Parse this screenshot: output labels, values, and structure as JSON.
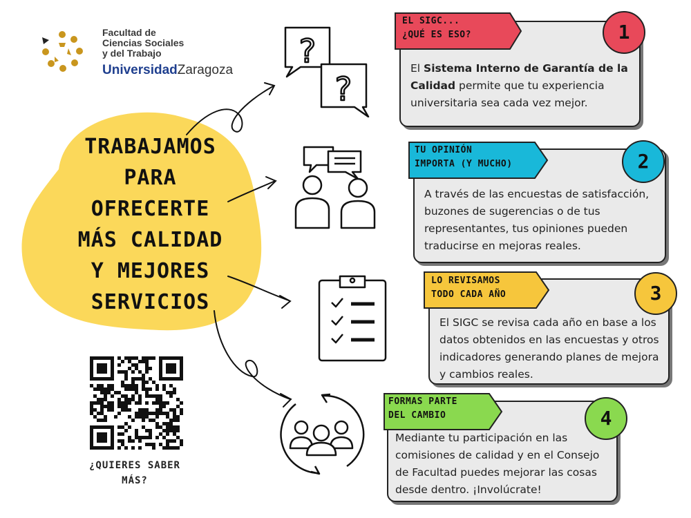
{
  "logo": {
    "line1": "Facultad de",
    "line2": "Ciencias Sociales",
    "line3": "y del Trabajo",
    "univ_bold": "Universidad",
    "univ_rest": "Zaragoza"
  },
  "headline": [
    "TRABAJAMOS",
    "PARA",
    "OFRECERTE",
    "MÁS CALIDAD",
    "Y MEJORES",
    "SERVICIOS"
  ],
  "qr": {
    "caption": [
      "¿QUIERES SABER",
      "MÁS?"
    ]
  },
  "cards": [
    {
      "number": "1",
      "tag": [
        "EL SIGC...",
        "¿QUÉ ES ESO?"
      ],
      "tag_color": "#e8495a",
      "text_pre": "El ",
      "text_bold": "Sistema Interno de Garantía de la Calidad",
      "text_post": " permite que tu experiencia universitaria sea cada vez mejor."
    },
    {
      "number": "2",
      "tag": [
        "TU OPINIÓN",
        "IMPORTA (Y MUCHO)"
      ],
      "tag_color": "#19b8d9",
      "text": "A través de las encuestas de satisfacción, buzones de sugerencias o de tus representantes, tus opiniones pueden traducirse en mejoras reales."
    },
    {
      "number": "3",
      "tag": [
        "LO REVISAMOS",
        "TODO CADA AÑO"
      ],
      "tag_color": "#f6c63c",
      "text": "El SIGC se revisa cada año en base a los datos obtenidos en las encuestas y otros indicadores generando planes de mejora y cambios reales."
    },
    {
      "number": "4",
      "tag": [
        "FORMAS PARTE",
        "DEL CAMBIO"
      ],
      "tag_color": "#8ad94f",
      "text": "Mediante tu participación en las comisiones de calidad y en el Consejo de Facultad puedes mejorar las cosas desde dentro. ¡Involúcrate!"
    }
  ],
  "colors": {
    "blob": "#fbd85a",
    "card_bg": "#eaeaea",
    "logo_blue": "#1f3f8f",
    "logo_gold": "#c9961e"
  },
  "icons": [
    "question-bubbles-icon",
    "conversation-icon",
    "checklist-icon",
    "group-cycle-icon",
    "qr-code-icon"
  ]
}
